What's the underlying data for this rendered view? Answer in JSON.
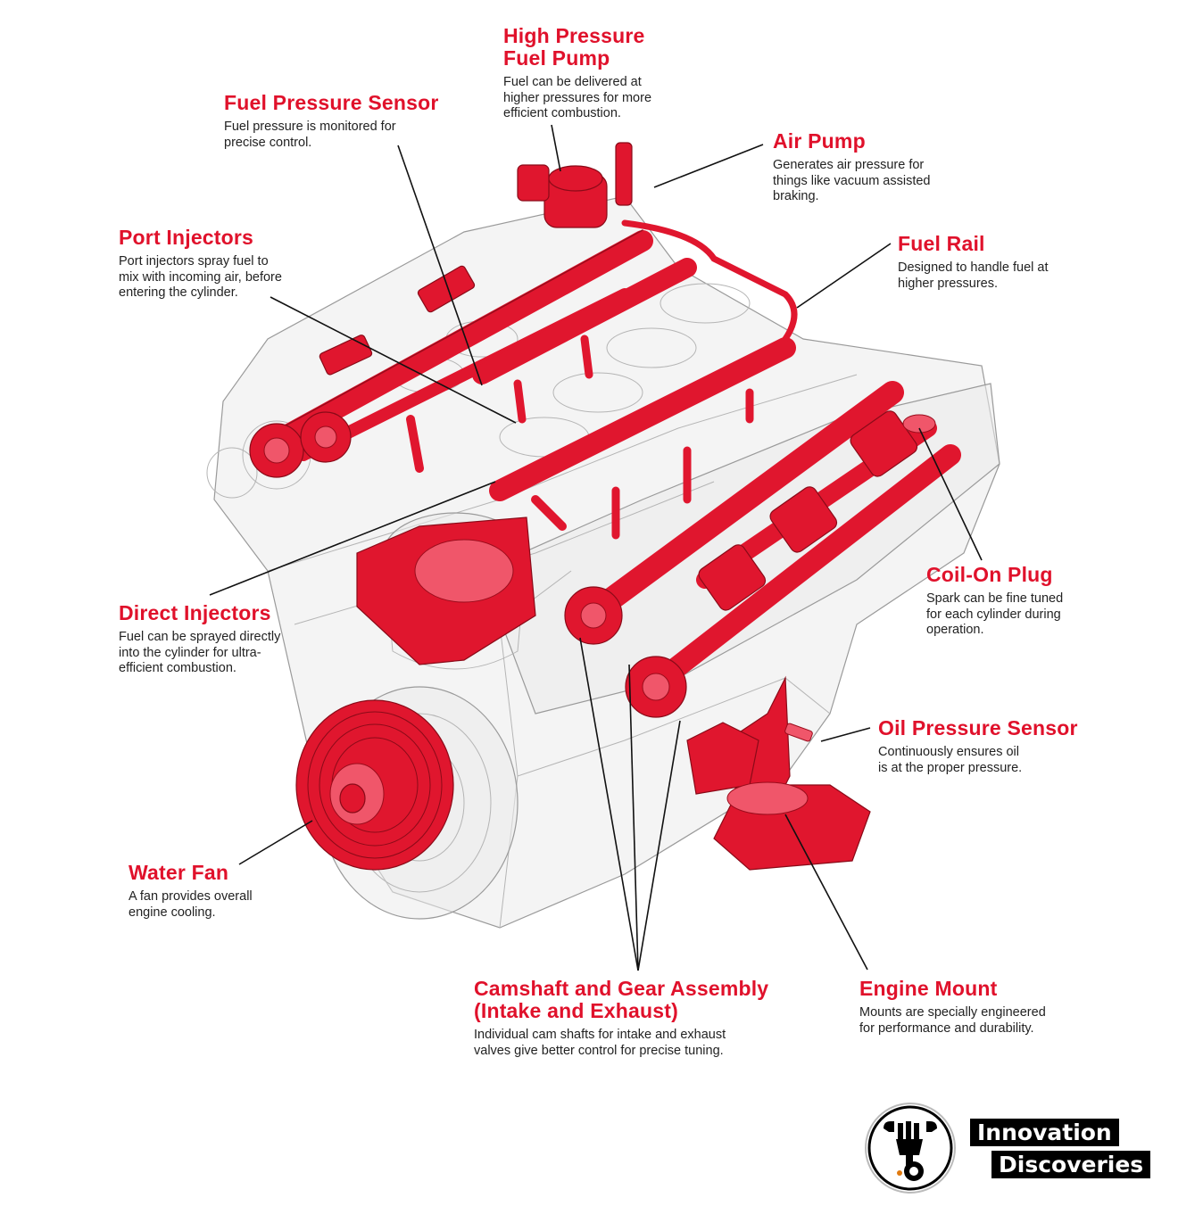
{
  "callouts": {
    "high_pressure_fuel_pump": {
      "title": "High Pressure\nFuel Pump",
      "desc": "Fuel can be delivered at\nhigher pressures for more\nefficient combustion."
    },
    "fuel_pressure_sensor": {
      "title": "Fuel Pressure Sensor",
      "desc": "Fuel pressure is monitored for\nprecise control."
    },
    "air_pump": {
      "title": "Air Pump",
      "desc": "Generates air pressure for\nthings like vacuum assisted\nbraking."
    },
    "port_injectors": {
      "title": "Port Injectors",
      "desc": "Port injectors spray fuel to\nmix with incoming air, before\nentering the cylinder."
    },
    "fuel_rail": {
      "title": "Fuel Rail",
      "desc": "Designed to handle fuel at\nhigher pressures."
    },
    "coil_on_plug": {
      "title": "Coil-On Plug",
      "desc": "Spark can be fine tuned\nfor each cylinder during\noperation."
    },
    "direct_injectors": {
      "title": "Direct Injectors",
      "desc": "Fuel can be sprayed directly\ninto the cylinder for ultra-\nefficient combustion."
    },
    "oil_pressure_sensor": {
      "title": "Oil Pressure Sensor",
      "desc": "Continuously ensures oil\nis at the proper pressure."
    },
    "water_fan": {
      "title": "Water Fan",
      "desc": "A fan provides overall\nengine cooling."
    },
    "camshaft_gear_assembly": {
      "title": "Camshaft and Gear Assembly\n(Intake and Exhaust)",
      "desc": "Individual cam shafts for intake and exhaust\nvalves give better control for precise tuning."
    },
    "engine_mount": {
      "title": "Engine Mount",
      "desc": "Mounts are specially engineered\nfor performance and durability."
    }
  },
  "brand": {
    "line1": "Innovation",
    "line2": "Discoveries",
    "logo_icon": "mechanic-gear-emblem-icon"
  },
  "colors": {
    "accent_red": "#e0112b",
    "body_text": "#222222",
    "leader_line": "#111111"
  }
}
